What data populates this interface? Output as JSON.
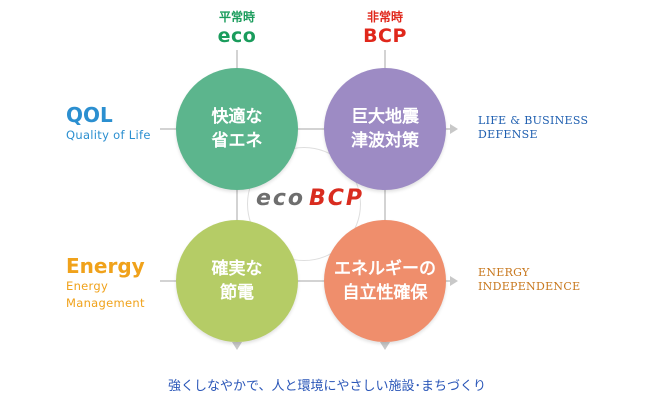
{
  "diagram": {
    "top_left": {
      "small": "平常時",
      "big": "eco"
    },
    "top_right": {
      "small": "非常時",
      "big": "BCP"
    },
    "left_top": {
      "big": "QOL",
      "small": "Quality of Life"
    },
    "left_bottom": {
      "big": "Energy",
      "small_1": "Energy",
      "small_2": "Management"
    },
    "circles": [
      {
        "line1": "快適な",
        "line2": "省エネ",
        "color": "#5cb58d"
      },
      {
        "line1": "巨大地震",
        "line2": "津波対策",
        "color": "#9d8bc4"
      },
      {
        "line1": "確実な",
        "line2": "節電",
        "color": "#b5cc66"
      },
      {
        "line1": "エネルギーの",
        "line2": "自立性確保",
        "color": "#ef8e6c"
      }
    ],
    "center": {
      "eco": "eco",
      "bcp": "BCP"
    },
    "right_top": {
      "line1": "LIFE & BUSINESS",
      "line2": "DEFENSE"
    },
    "right_bottom": {
      "line1": "ENERGY",
      "line2": "INDEPENDENCE"
    },
    "bottom": "強くしなやかで、人と環境にやさしい施設･まちづくり"
  },
  "colors": {
    "eco_green": "#1a9c5c",
    "bcp_red": "#e0271b",
    "qol_blue": "#2b8fd0",
    "energy_orange": "#f0a21b",
    "right_top_blue": "#1f5fb0",
    "right_bottom_orange": "#c8781e"
  }
}
